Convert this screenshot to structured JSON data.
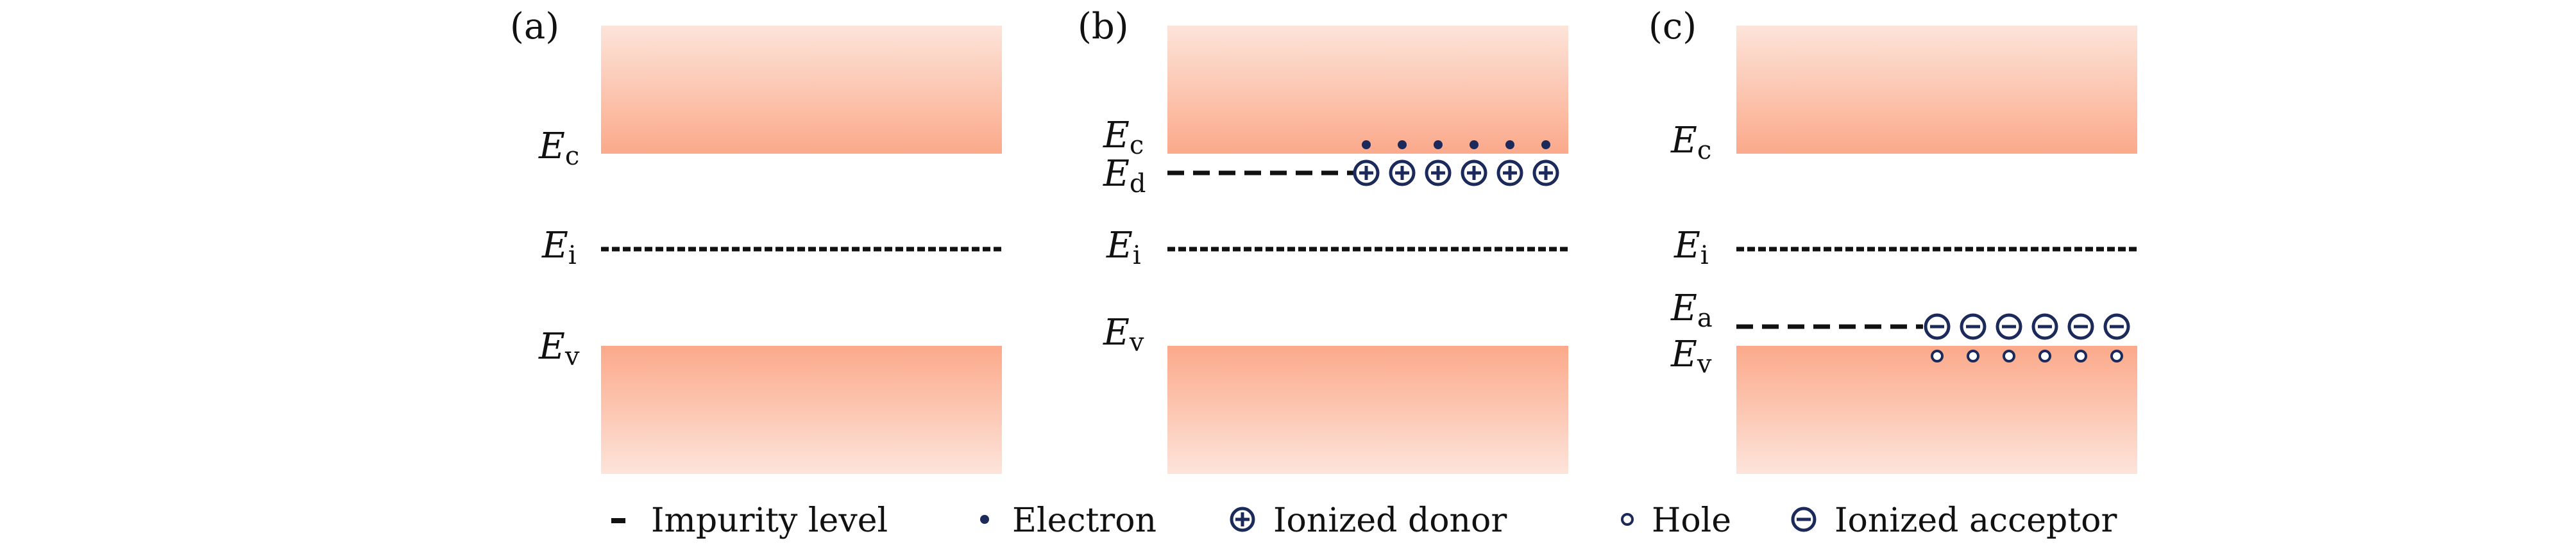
{
  "panels": [
    {
      "label": "(a)",
      "energy_levels": [
        {
          "main": "E",
          "sub": "c"
        },
        {
          "main": "E",
          "sub": "i"
        },
        {
          "main": "E",
          "sub": "v"
        }
      ]
    },
    {
      "label": "(b)",
      "energy_levels": [
        {
          "main": "E",
          "sub": "c"
        },
        {
          "main": "E",
          "sub": "d"
        },
        {
          "main": "E",
          "sub": "i"
        },
        {
          "main": "E",
          "sub": "v"
        }
      ],
      "ionized_donor_count": 6,
      "electron_count": 6
    },
    {
      "label": "(c)",
      "energy_levels": [
        {
          "main": "E",
          "sub": "c"
        },
        {
          "main": "E",
          "sub": "i"
        },
        {
          "main": "E",
          "sub": "a"
        },
        {
          "main": "E",
          "sub": "v"
        }
      ],
      "ionized_acceptor_count": 6,
      "hole_count": 6
    }
  ],
  "legend": [
    {
      "icon": "impurity-level-icon",
      "label": "Impurity level"
    },
    {
      "icon": "electron-icon",
      "label": "Electron"
    },
    {
      "icon": "ionized-donor-icon",
      "label": "Ionized donor"
    },
    {
      "icon": "hole-icon",
      "label": "Hole"
    },
    {
      "icon": "ionized-acceptor-icon",
      "label": "Ionized acceptor"
    }
  ],
  "colors": {
    "band": "#fba98a",
    "band_fade": "#fde4da",
    "symbol": "#1b2a5b",
    "line": "#111111"
  }
}
